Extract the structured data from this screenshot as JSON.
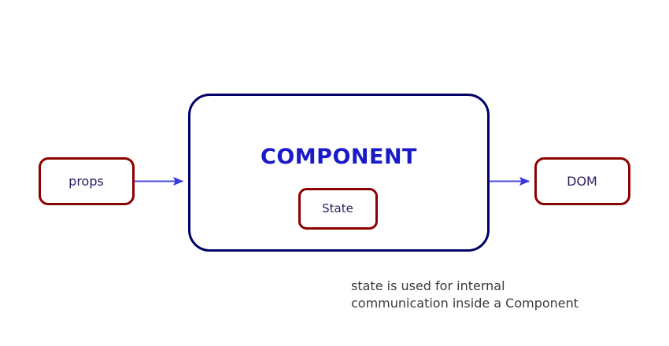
{
  "diagram": {
    "title_visible": "COMPONENT",
    "background_color": "#ffffff",
    "nodes": {
      "props": {
        "label": "props",
        "border_color": "#8b0000",
        "text_color": "#2e1a62",
        "fill": "#ffffff"
      },
      "component": {
        "label": "COMPONENT",
        "border_color": "#000066",
        "text_color": "#1a1ac8",
        "fill": "#ffffff"
      },
      "state": {
        "label": "State",
        "border_color": "#8b0000",
        "text_color": "#2e1a62",
        "fill": "#ffffff"
      },
      "dom": {
        "label": "DOM",
        "border_color": "#8b0000",
        "text_color": "#2e1a62",
        "fill": "#ffffff"
      }
    },
    "arrows": [
      {
        "name": "props-to-component",
        "from": "props",
        "to": "component",
        "color": "#4a4ae0"
      },
      {
        "name": "component-to-dom",
        "from": "component",
        "to": "dom",
        "color": "#4a4ae0"
      }
    ],
    "caption": {
      "line1": "state is used for internal",
      "line2": "communication inside a Component",
      "color": "#3a3a3a"
    }
  }
}
